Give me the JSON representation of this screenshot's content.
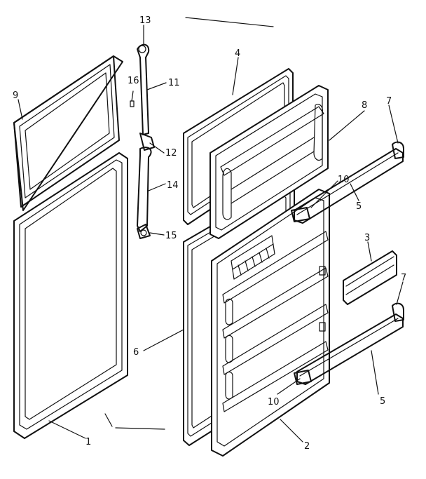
{
  "parts": {
    "p1": "1",
    "p2": "2",
    "p3": "3",
    "p4": "4",
    "p5a": "5",
    "p5b": "5",
    "p6": "6",
    "p7a": "7",
    "p7b": "7",
    "p8": "8",
    "p9": "9",
    "p10a": "10",
    "p10b": "10",
    "p11": "11",
    "p12": "12",
    "p13": "13",
    "p14": "14",
    "p15": "15",
    "p16": "16"
  }
}
